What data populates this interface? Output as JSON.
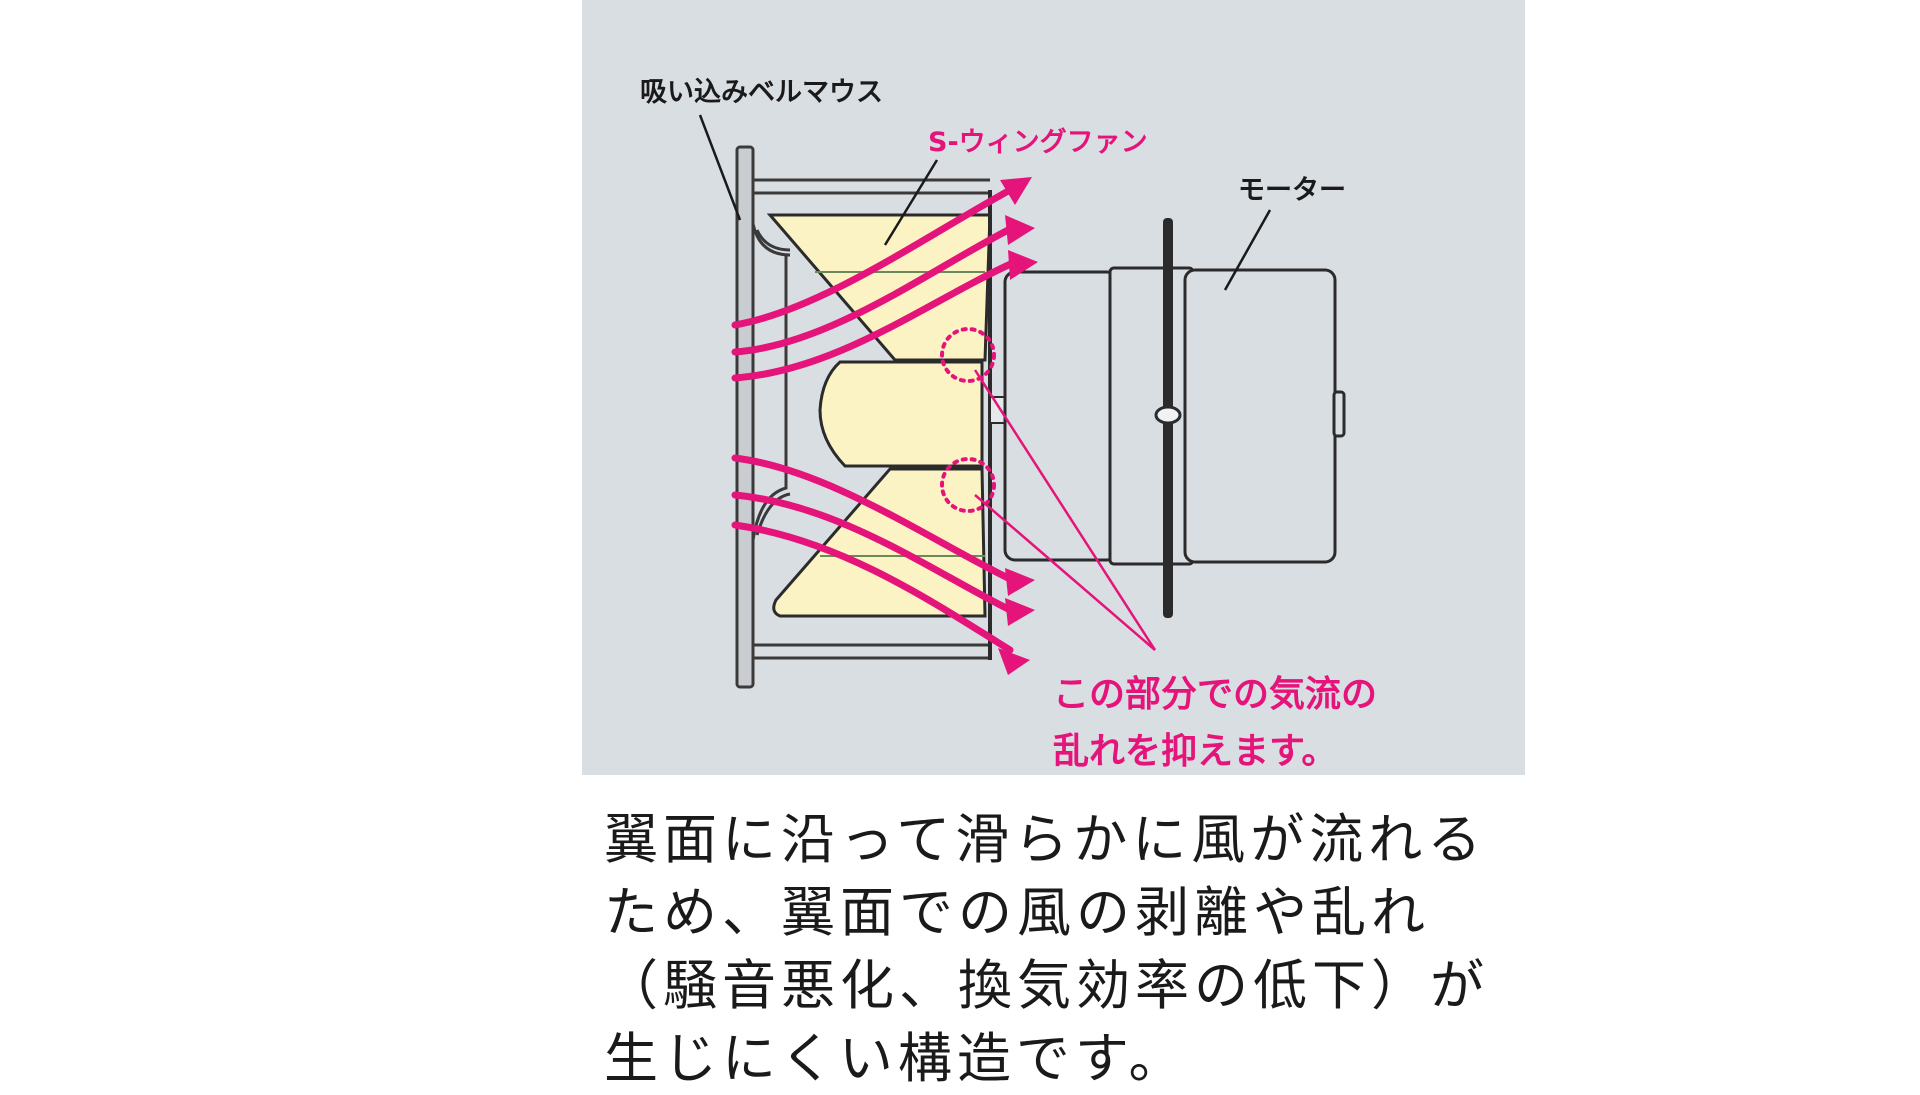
{
  "diagram": {
    "labels": {
      "bell_mouth": "吸い込みベルマウス",
      "s_wing_fan": "S-ウィングファン",
      "motor": "モーター"
    },
    "annotation": {
      "line1": "この部分での気流の",
      "line2": "乱れを抑えます。"
    },
    "colors": {
      "panel_background": "#d9dee3",
      "airflow_arrow": "#e5147a",
      "fan_blade_fill": "#fbf3c4",
      "outline": "#2b2b2b",
      "annotation_text": "#e5147a"
    }
  },
  "caption": {
    "lines": [
      "翼面に沿って滑らかに風が流れる",
      "ため、翼面での風の剥離や乱れ",
      "（騒音悪化、換気効率の低下）が",
      "生じにくい構造です。"
    ]
  }
}
